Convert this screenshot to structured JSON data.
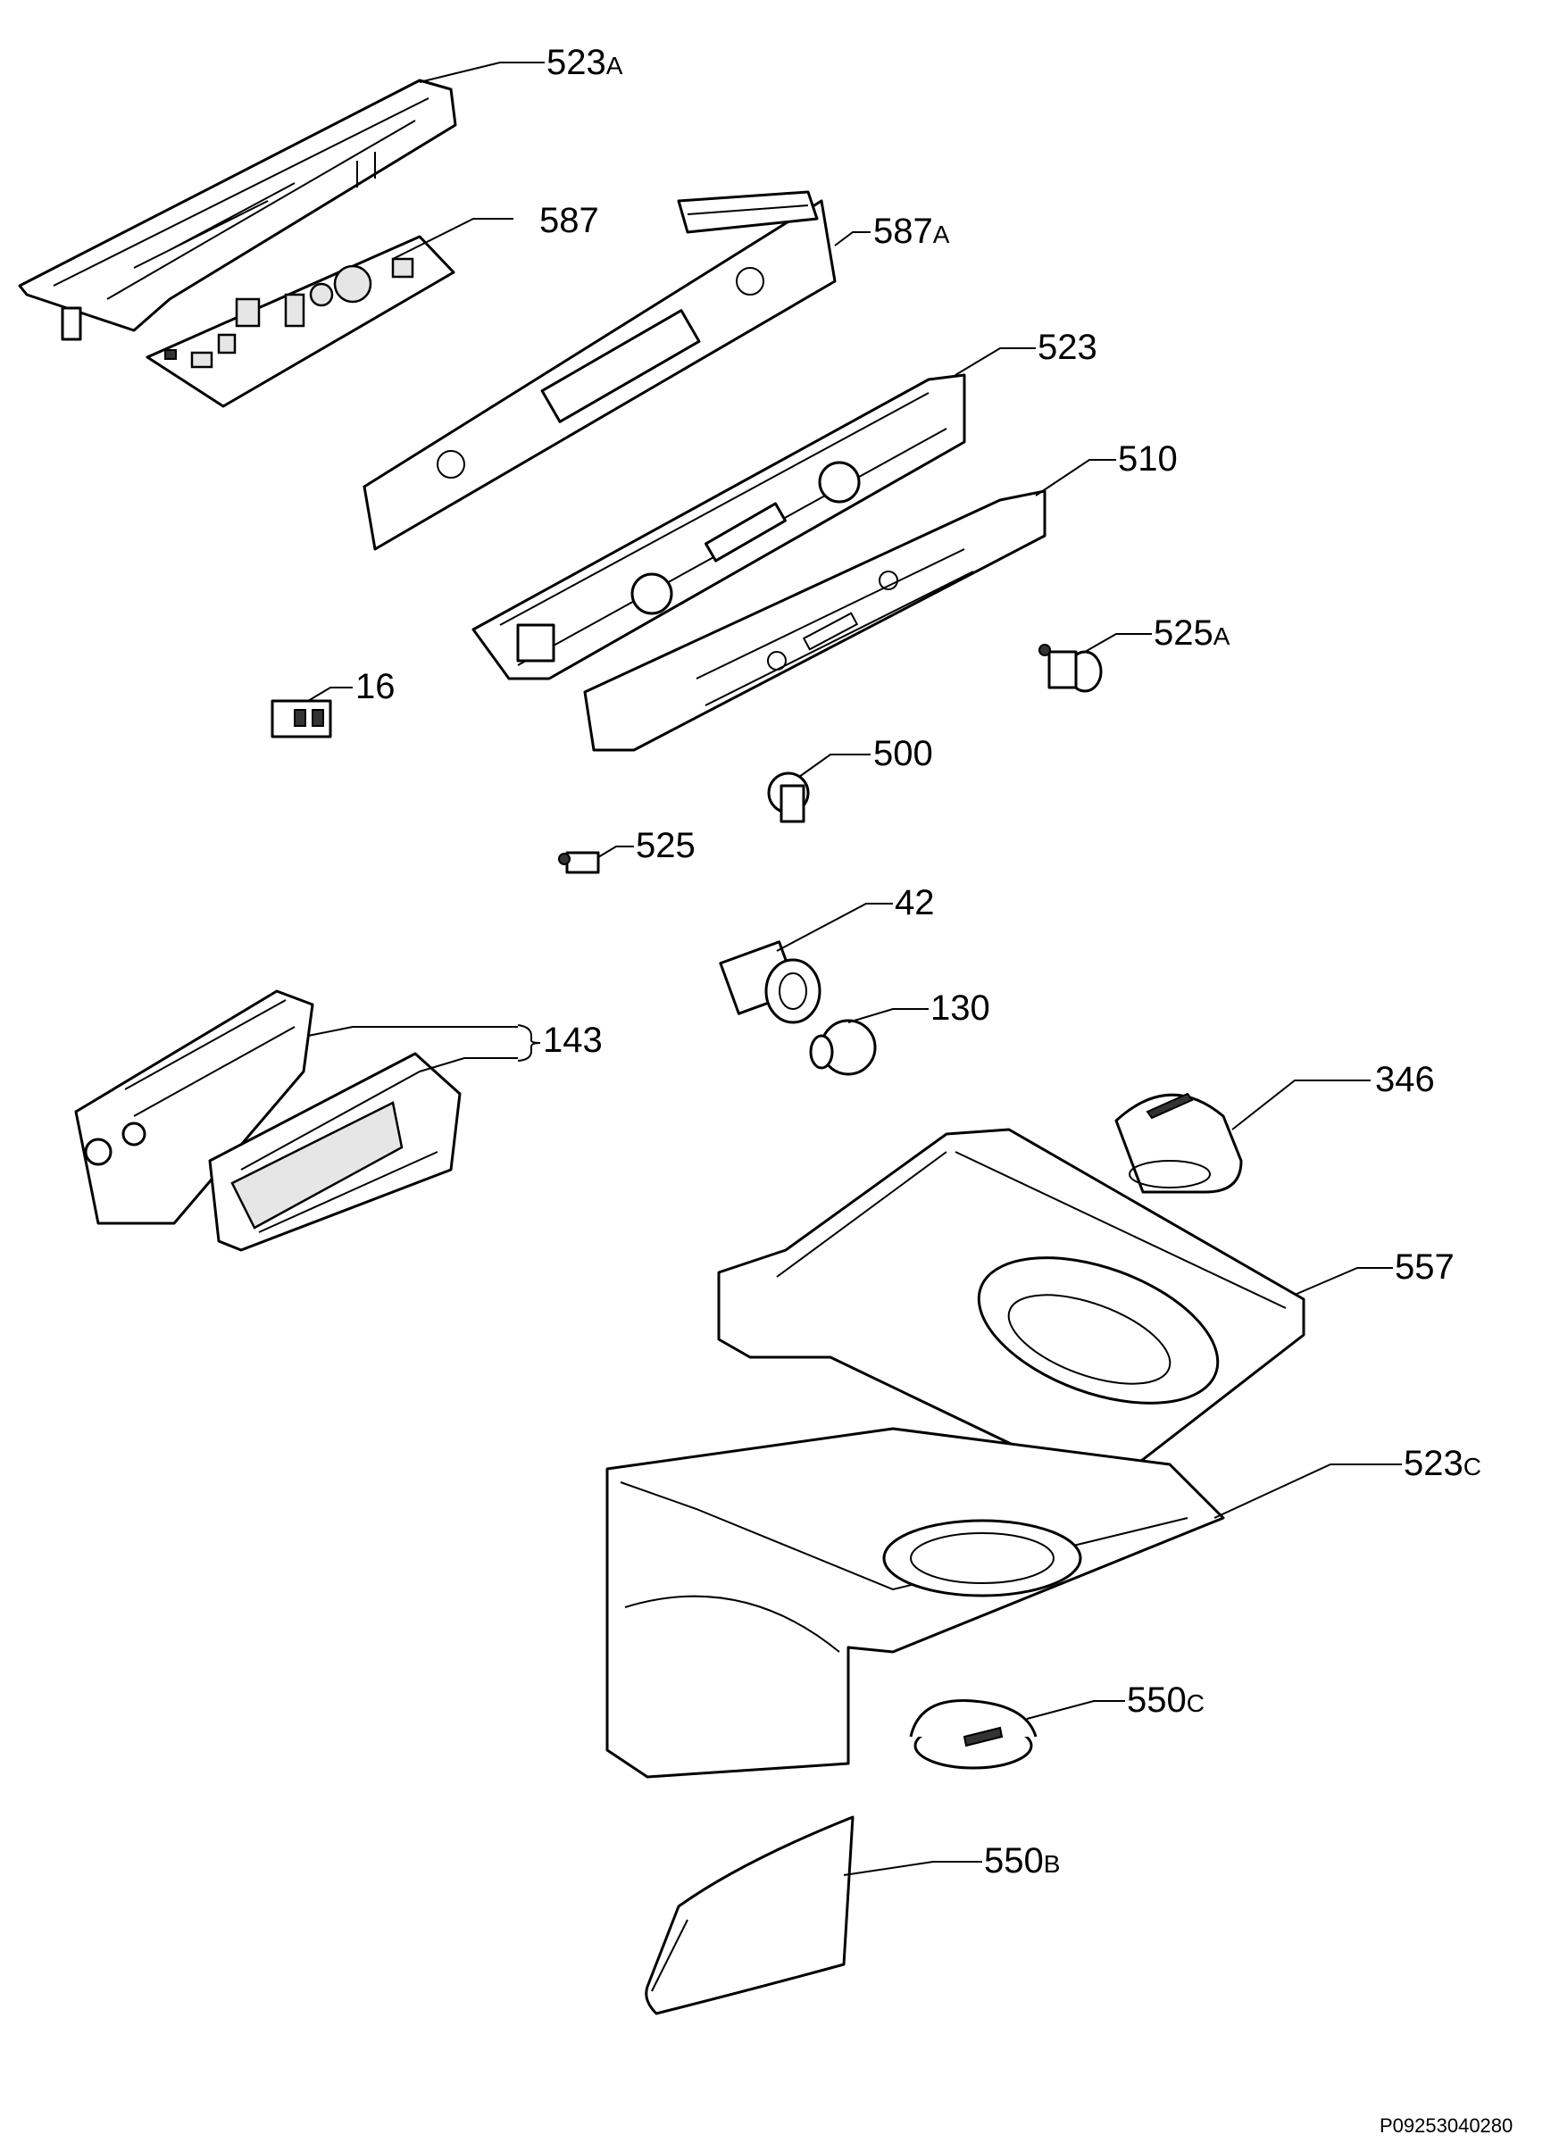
{
  "parts": [
    {
      "id": "523a",
      "number": "523",
      "suffix": "A"
    },
    {
      "id": "587",
      "number": "587",
      "suffix": ""
    },
    {
      "id": "587a",
      "number": "587",
      "suffix": "A"
    },
    {
      "id": "523",
      "number": "523",
      "suffix": ""
    },
    {
      "id": "510",
      "number": "510",
      "suffix": ""
    },
    {
      "id": "525a",
      "number": "525",
      "suffix": "A"
    },
    {
      "id": "16",
      "number": "16",
      "suffix": ""
    },
    {
      "id": "500",
      "number": "500",
      "suffix": ""
    },
    {
      "id": "525",
      "number": "525",
      "suffix": ""
    },
    {
      "id": "42",
      "number": "42",
      "suffix": ""
    },
    {
      "id": "130",
      "number": "130",
      "suffix": ""
    },
    {
      "id": "143",
      "number": "143",
      "suffix": ""
    },
    {
      "id": "346",
      "number": "346",
      "suffix": ""
    },
    {
      "id": "557",
      "number": "557",
      "suffix": ""
    },
    {
      "id": "523c",
      "number": "523",
      "suffix": "C"
    },
    {
      "id": "550c",
      "number": "550",
      "suffix": "C"
    },
    {
      "id": "550b",
      "number": "550",
      "suffix": "B"
    }
  ],
  "drawing_code": "P09253040280"
}
